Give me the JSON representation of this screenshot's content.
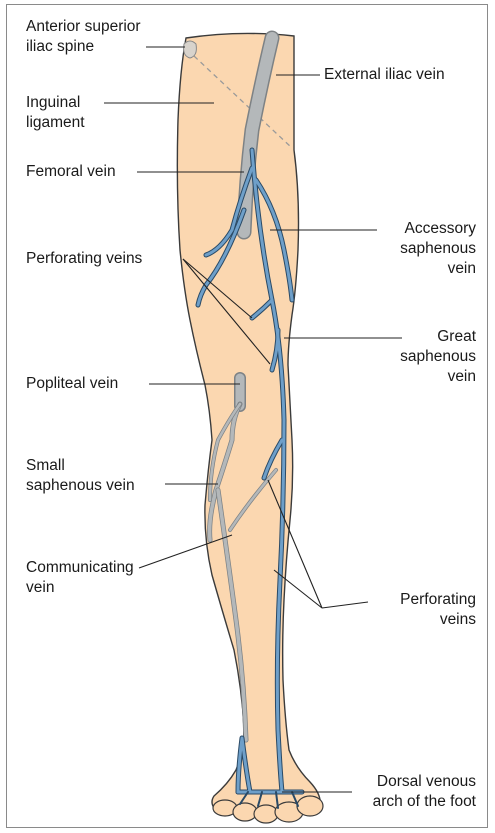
{
  "labels": {
    "anterior_superior_iliac_spine": [
      "Anterior superior",
      "iliac spine"
    ],
    "inguinal_ligament": [
      "Inguinal",
      "ligament"
    ],
    "femoral_vein": [
      "Femoral vein"
    ],
    "perforating_veins_upper": [
      "Perforating veins"
    ],
    "popliteal_vein": [
      "Popliteal vein"
    ],
    "small_saphenous_vein": [
      "Small",
      "saphenous vein"
    ],
    "communicating_vein": [
      "Communicating",
      "vein"
    ],
    "external_iliac_vein": [
      "External iliac vein"
    ],
    "accessory_saphenous_vein": [
      "Accessory",
      "saphenous",
      "vein"
    ],
    "great_saphenous_vein": [
      "Great",
      "saphenous",
      "vein"
    ],
    "perforating_veins_lower": [
      "Perforating",
      "veins"
    ],
    "dorsal_venous_arch": [
      "Dorsal venous",
      "arch of the foot"
    ]
  },
  "colors": {
    "skin": "#fbd7b0",
    "skin_outline": "#3b3b3b",
    "deep_vein": "#b4b8ba",
    "superficial_vein": "#6e9fc9",
    "vein_outline": "#2a4a66",
    "leader_line": "#222222",
    "frame": "#8a8a8a"
  }
}
